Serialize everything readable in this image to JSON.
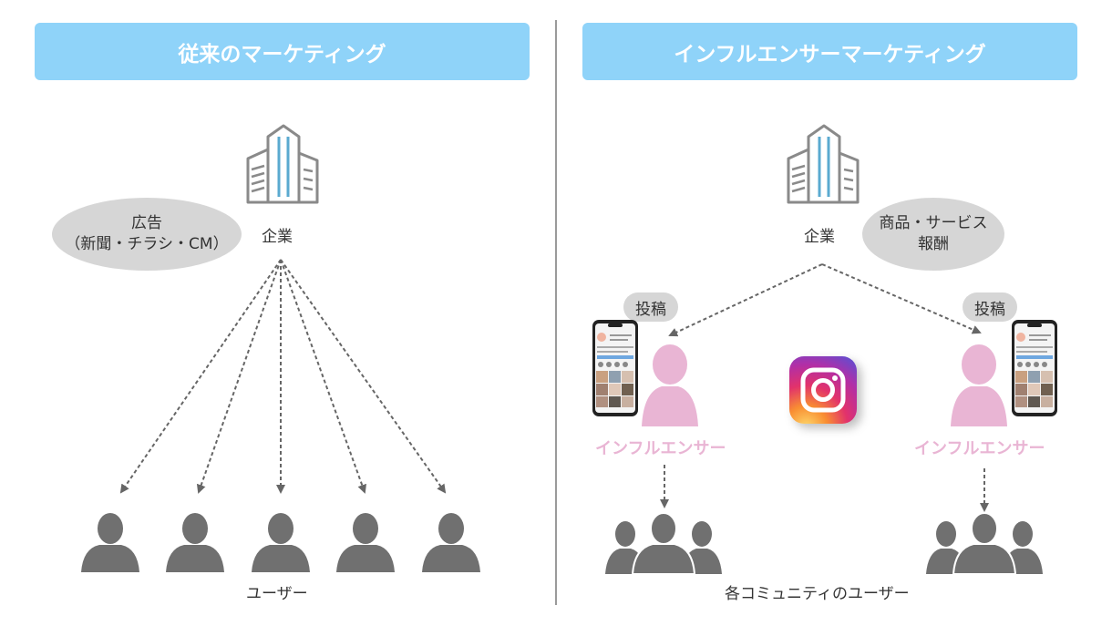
{
  "left": {
    "title": "従来のマーケティング",
    "company": "企業",
    "ad_bubble": {
      "line1": "広告",
      "line2": "（新聞・チラシ・CM）"
    },
    "users": "ユーザー"
  },
  "right": {
    "title": "インフルエンサーマーケティング",
    "company": "企業",
    "reward_bubble": {
      "line1": "商品・サービス",
      "line2": "報酬"
    },
    "post_left": "投稿",
    "post_right": "投稿",
    "influencer_left": "インフルエンサー",
    "influencer_right": "インフルエンサー",
    "community_users": "各コミュニティのユーザー"
  },
  "colors": {
    "banner": "#8fd3f9",
    "person_gray": "#707070",
    "influencer_pink": "#e9b5d4",
    "bubble_gray": "#d6d6d6"
  }
}
